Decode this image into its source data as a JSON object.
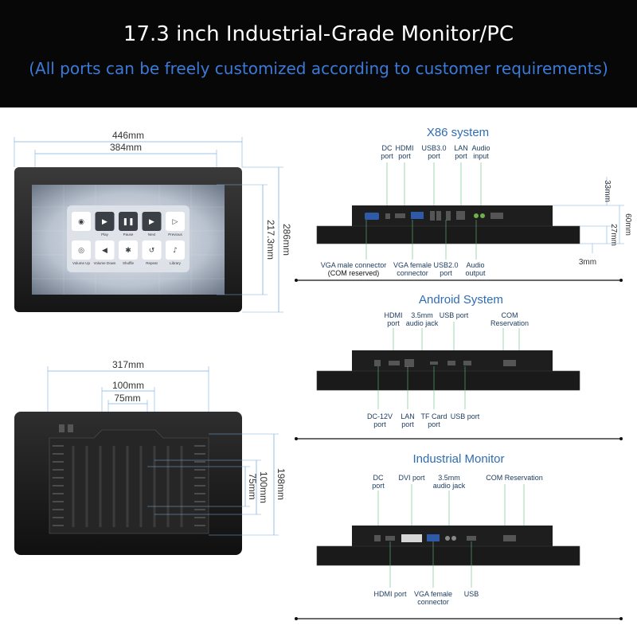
{
  "header": {
    "title": "17.3 inch Industrial-Grade Monitor/PC",
    "subtitle": "(All ports can be freely customized according to customer requirements)"
  },
  "colors": {
    "header_bg": "#070707",
    "accent_blue": "#3b7ad8",
    "section_title_blue": "#2e6db4",
    "dimension_line": "#7fb0e0",
    "pointer_green": "#5fbf7f"
  },
  "front_view": {
    "width_outer": "446mm",
    "width_inner": "384mm",
    "height_inner": "217.3mm",
    "height_outer": "286mm",
    "screen_tiles": [
      "",
      "Play",
      "Pause",
      "Next",
      "Previous",
      "Volume Up",
      "Volume Down",
      "Shuffle",
      "Repeat",
      "Library"
    ]
  },
  "back_view": {
    "width_vesa_outer": "317mm",
    "width_vesa_100": "100mm",
    "width_vesa_75": "75mm",
    "height_vesa_100": "100mm",
    "height_vesa_75": "75mm",
    "height_vesa_outer": "198mm"
  },
  "x86": {
    "title": "X86 system",
    "top_labels": [
      {
        "l1": "DC",
        "l2": "port"
      },
      {
        "l1": "HDMI",
        "l2": "port"
      },
      {
        "l1": "USB3.0",
        "l2": "port"
      },
      {
        "l1": "LAN",
        "l2": "port"
      },
      {
        "l1": "Audio",
        "l2": "input"
      }
    ],
    "bottom_labels": [
      {
        "l1": "VGA male connector",
        "l2": "(COM reserved)"
      },
      {
        "l1": "VGA female",
        "l2": "connector"
      },
      {
        "l1": "USB2.0",
        "l2": "port"
      },
      {
        "l1": "Audio",
        "l2": "output"
      }
    ],
    "dims": {
      "d33": "33mm",
      "d27": "27mm",
      "d60": "60mm",
      "d3": "3mm"
    }
  },
  "android": {
    "title": "Android System",
    "top_labels": [
      {
        "l1": "HDMI",
        "l2": "port"
      },
      {
        "l1": "3.5mm",
        "l2": "audio jack"
      },
      {
        "l1": "USB port",
        "l2": ""
      },
      {
        "l1": "COM",
        "l2": "Reservation"
      }
    ],
    "bottom_labels": [
      {
        "l1": "DC-12V",
        "l2": "port"
      },
      {
        "l1": "LAN",
        "l2": "port"
      },
      {
        "l1": "TF Card",
        "l2": "port"
      },
      {
        "l1": "USB port",
        "l2": ""
      }
    ]
  },
  "industrial": {
    "title": "Industrial Monitor",
    "top_labels": [
      {
        "l1": "DC",
        "l2": "port"
      },
      {
        "l1": "DVI port",
        "l2": ""
      },
      {
        "l1": "3.5mm",
        "l2": "audio jack"
      },
      {
        "l1": "COM Reservation",
        "l2": ""
      }
    ],
    "bottom_labels": [
      {
        "l1": "HDMI port",
        "l2": ""
      },
      {
        "l1": "VGA female",
        "l2": "connector"
      },
      {
        "l1": "USB",
        "l2": ""
      }
    ]
  }
}
